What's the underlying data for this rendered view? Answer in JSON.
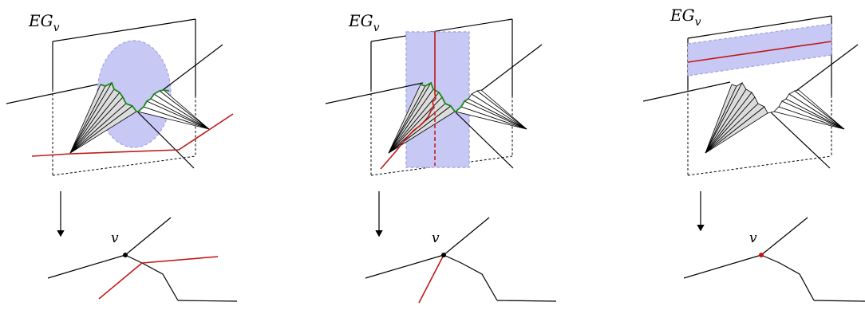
{
  "panels": [
    {
      "id": "left",
      "label_main": "EG",
      "label_sub": "v",
      "vertex_label": "v",
      "vertex_color": "#000000",
      "shaded_region": "ellipse"
    },
    {
      "id": "middle",
      "label_main": "EG",
      "label_sub": "v",
      "vertex_label": "v",
      "vertex_color": "#000000",
      "shaded_region": "vertical-band"
    },
    {
      "id": "right",
      "label_main": "EG",
      "label_sub": "v",
      "vertex_label": "v",
      "vertex_color": "#cc1111",
      "shaded_region": "horizontal-band"
    }
  ],
  "colors": {
    "region_fill": "#c8c8f4",
    "region_stroke": "#a8a8e6",
    "red": "#c01818",
    "green": "#1a8a1a",
    "fan_fill": "#dcdcdc"
  }
}
